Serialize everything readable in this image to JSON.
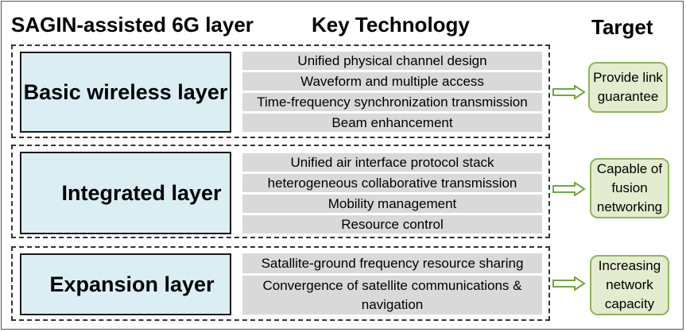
{
  "headers": {
    "layer": "SAGIN-assisted 6G layer",
    "technology": "Key Technology",
    "target": "Target"
  },
  "layers": [
    {
      "name": "Basic wireless layer",
      "technologies": [
        "Unified physical channel design",
        "Waveform and multiple access",
        "Time-frequency synchronization transmission",
        "Beam enhancement"
      ],
      "target": "Provide link guarantee"
    },
    {
      "name": "Integrated layer",
      "technologies": [
        "Unified air interface protocol stack",
        "heterogeneous collaborative transmission",
        "Mobility management",
        "Resource control"
      ],
      "target": "Capable of fusion networking"
    },
    {
      "name": "Expansion layer",
      "technologies": [
        "Satallite-ground frequency resource sharing",
        "Convergence of satellite communications & navigation"
      ],
      "target": "Increasing network capacity"
    }
  ],
  "colors": {
    "layer_fill": "#dbeef4",
    "tech_fill": "#d9d9d9",
    "target_fill": "#e3ecce",
    "target_border": "#8fb558",
    "arrow": "#70a83a"
  }
}
